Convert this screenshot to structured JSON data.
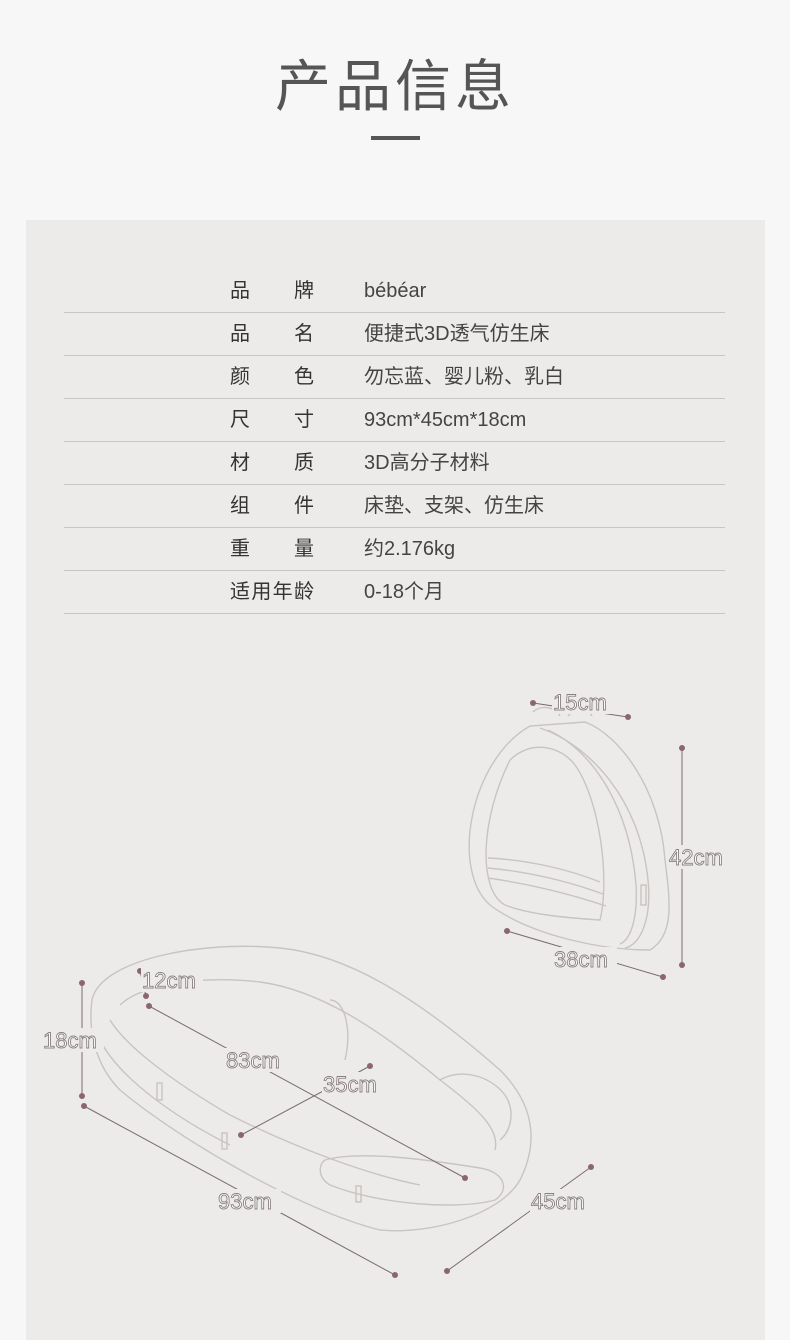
{
  "header": {
    "title": "产品信息"
  },
  "specs": [
    {
      "label": "品牌",
      "value": "bébéar"
    },
    {
      "label": "品名",
      "value": "便捷式3D透气仿生床"
    },
    {
      "label": "颜色",
      "value": "勿忘蓝、婴儿粉、乳白"
    },
    {
      "label": "尺寸",
      "value": "93cm*45cm*18cm"
    },
    {
      "label": "材质",
      "value": "3D高分子材料"
    },
    {
      "label": "组件",
      "value": "床垫、支架、仿生床"
    },
    {
      "label": "重量",
      "value": "约2.176kg"
    },
    {
      "label": "适用年龄",
      "value": "0-18个月"
    }
  ],
  "dimensions": {
    "folded_depth": "15cm",
    "folded_height": "42cm",
    "folded_width": "38cm",
    "open_inner_height": "12cm",
    "open_height": "18cm",
    "open_inner_length": "83cm",
    "open_inner_width": "35cm",
    "open_length": "93cm",
    "open_width": "45cm"
  },
  "colors": {
    "accent_dot": "#8a6670",
    "outline": "#c9c3c1",
    "line": "#7a6a6e"
  }
}
